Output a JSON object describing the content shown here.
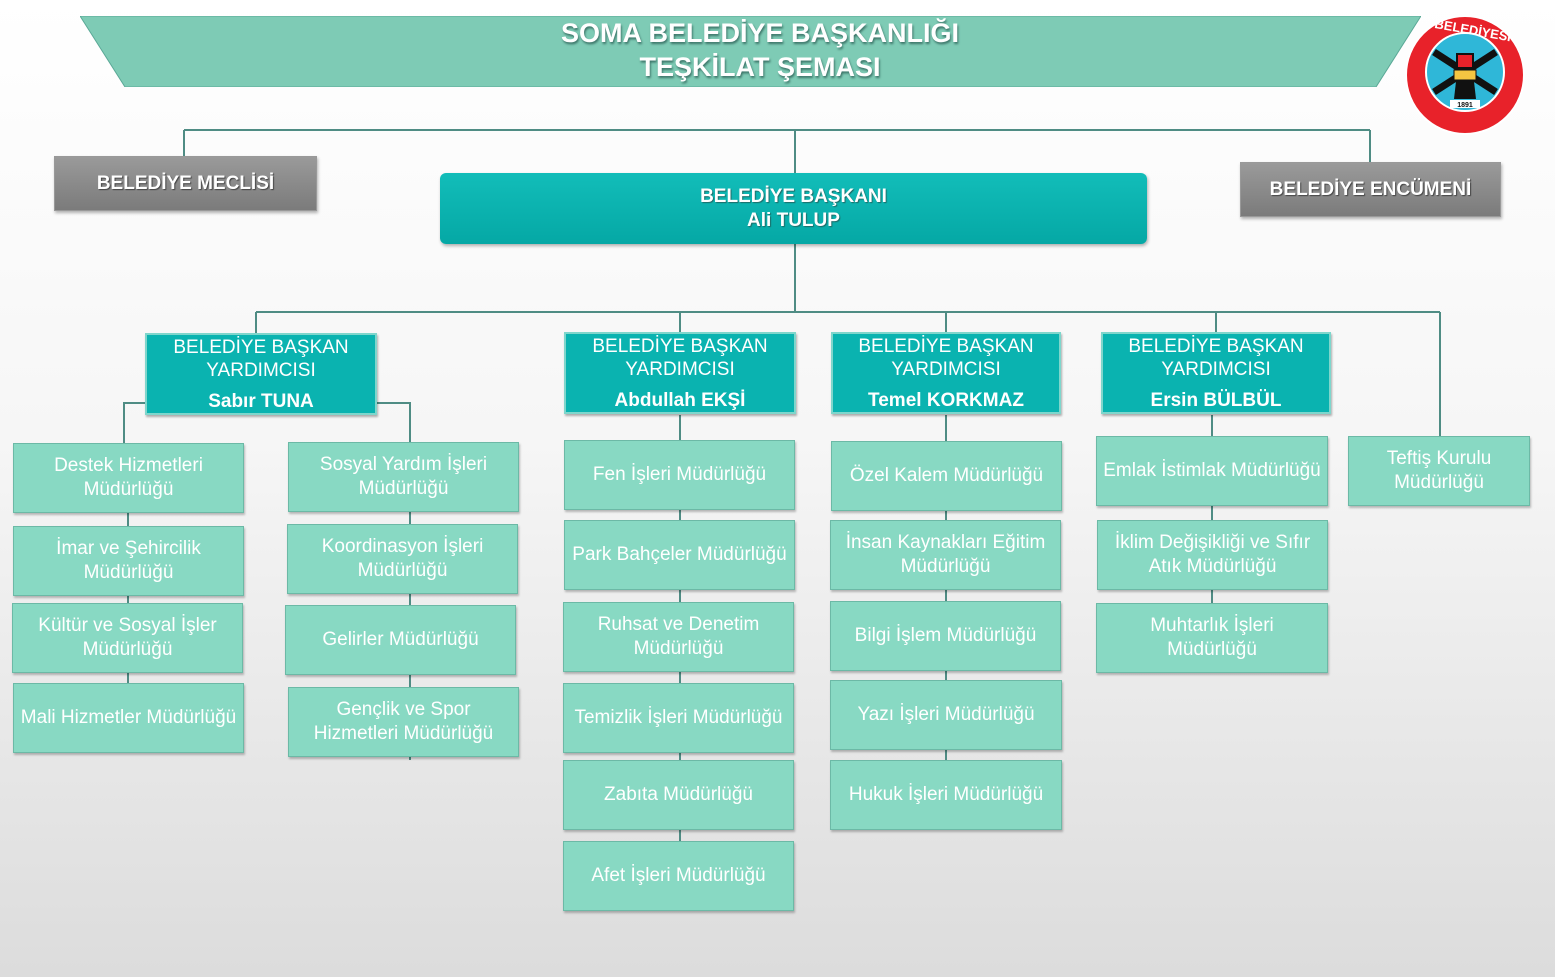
{
  "title": {
    "line1": "SOMA BELEDİYE BAŞKANLIĞI",
    "line2": "TEŞKİLAT ŞEMASI"
  },
  "logo": {
    "text": "SOMA BELEDİYESİ",
    "year": "1891"
  },
  "council": "BELEDİYE MECLİSİ",
  "committee": "BELEDİYE ENCÜMENİ",
  "mayor": {
    "title": "BELEDİYE BAŞKANI",
    "name": "Ali TULUP"
  },
  "deputies": [
    {
      "title1": "BELEDİYE BAŞKAN",
      "title2": "YARDIMCISI",
      "name": "Sabır TUNA"
    },
    {
      "title1": "BELEDİYE BAŞKAN",
      "title2": "YARDIMCISI",
      "name": "Abdullah  EKŞİ"
    },
    {
      "title1": "BELEDİYE BAŞKAN",
      "title2": "YARDIMCISI",
      "name": "Temel KORKMAZ"
    },
    {
      "title1": "BELEDİYE BAŞKAN",
      "title2": "YARDIMCISI",
      "name": "Ersin BÜLBÜL"
    }
  ],
  "units": {
    "d1a": [
      "Destek Hizmetleri",
      "Müdürlüğü"
    ],
    "d1b": [
      "İmar ve Şehircilik",
      "Müdürlüğü"
    ],
    "d1c": [
      "Kültür ve Sosyal İşler",
      "Müdürlüğü"
    ],
    "d1d": [
      "Mali Hizmetler  Müdürlüğü"
    ],
    "d1e": [
      "Sosyal Yardım İşleri",
      "Müdürlüğü"
    ],
    "d1f": [
      "Koordinasyon  İşleri",
      "Müdürlüğü"
    ],
    "d1g": [
      "Gelirler Müdürlüğü"
    ],
    "d1h": [
      "Gençlik  ve Spor",
      "Hizmetleri  Müdürlüğü"
    ],
    "d2a": [
      "Fen İşleri Müdürlüğü"
    ],
    "d2b": [
      "Park Bahçeler Müdürlüğü"
    ],
    "d2c": [
      "Ruhsat  ve Denetim",
      "Müdürlüğü"
    ],
    "d2d": [
      "Temizlik  İşleri Müdürlüğü"
    ],
    "d2e": [
      "Zabıta Müdürlüğü"
    ],
    "d2f": [
      "Afet İşleri Müdürlüğü"
    ],
    "d3a": [
      "Özel Kalem Müdürlüğü"
    ],
    "d3b": [
      "İnsan Kaynakları Eğitim",
      "Müdürlüğü"
    ],
    "d3c": [
      "Bilgi  İşlem  Müdürlüğü"
    ],
    "d3d": [
      "Yazı İşleri Müdürlüğü"
    ],
    "d3e": [
      "Hukuk  İşleri  Müdürlüğü"
    ],
    "d4a": [
      "Emlak  İstimlak Müdürlüğü"
    ],
    "d4b": [
      "İklim Değişikliği ve Sıfır",
      "Atık Müdürlüğü"
    ],
    "d4c": [
      "Muhtarlık  İşleri",
      "Müdürlüğü"
    ],
    "t": [
      "Teftiş Kurulu",
      "Müdürlüğü"
    ]
  },
  "colors": {
    "header": "#7ecbb5",
    "mayor": "#0ab3b0",
    "unit": "#88d9c3",
    "gray": "#8a8a8a",
    "line": "#4f8c84"
  }
}
